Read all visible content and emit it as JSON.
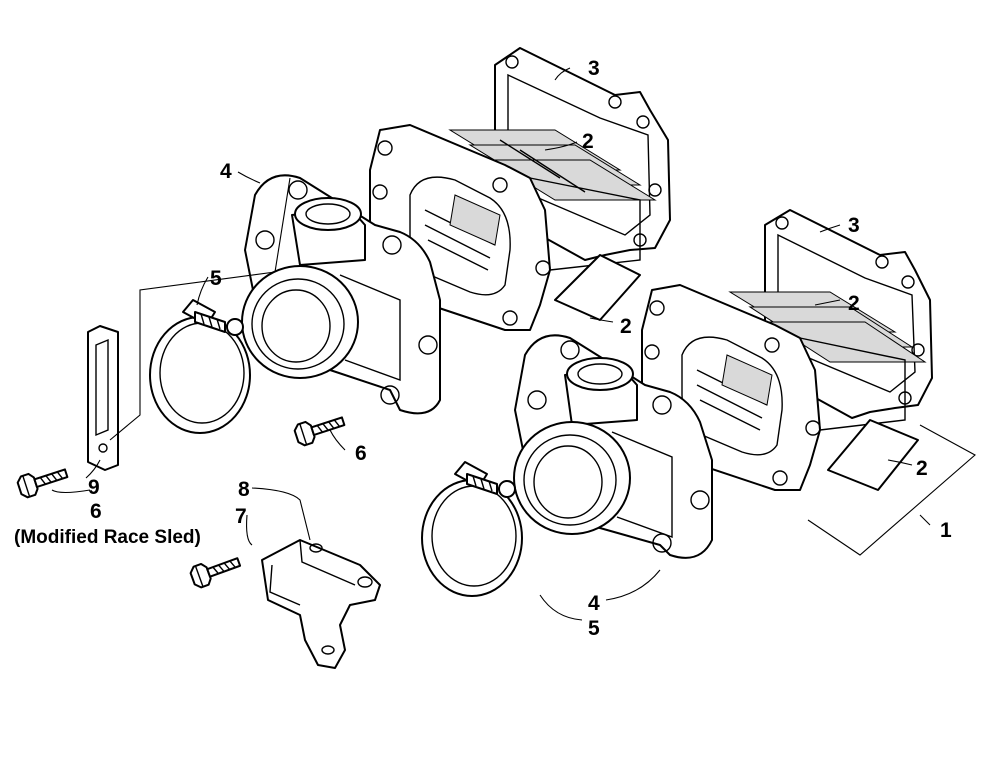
{
  "callouts": {
    "c1": "1",
    "c2a": "2",
    "c2b": "2",
    "c2c": "2",
    "c2d": "2",
    "c3a": "3",
    "c3b": "3",
    "c4a": "4",
    "c4b": "4",
    "c5a": "5",
    "c5b": "5",
    "c6a": "6",
    "c6b": "6",
    "c7": "7",
    "c8": "8",
    "c9": "9"
  },
  "note": "(Modified Race Sled)"
}
